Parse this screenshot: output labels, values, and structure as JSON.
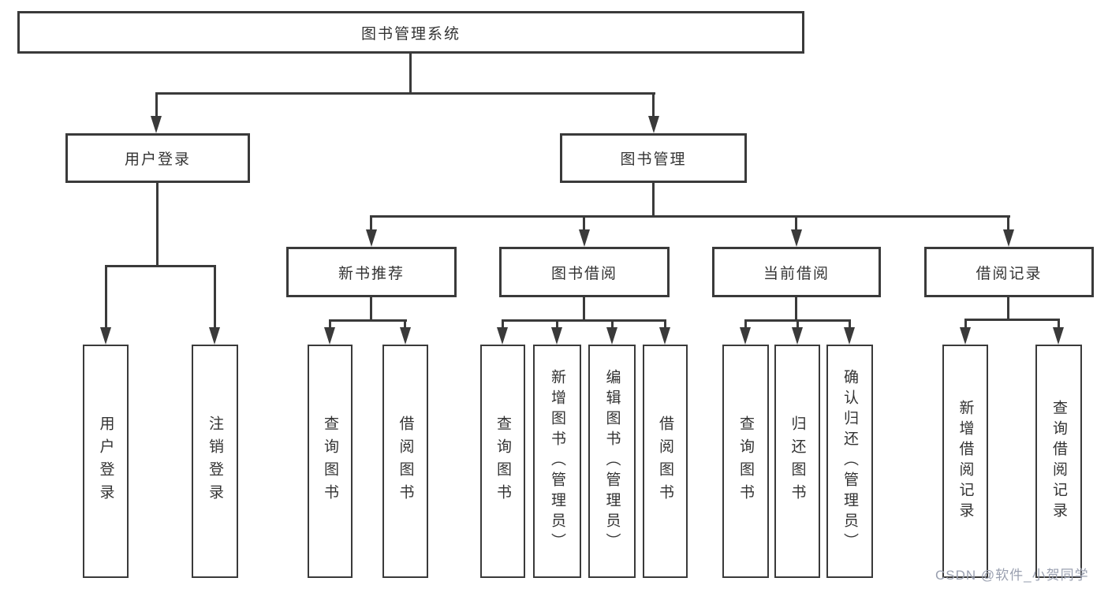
{
  "colors": {
    "line": "#3a3a3a",
    "box_border": "#3a3a3a",
    "text": "#333333",
    "watermark": "#9aa0b0",
    "background": "#ffffff"
  },
  "watermark": {
    "text": "CSDN @软件_小贺同学"
  },
  "tree": {
    "root": {
      "label": "图书管理系统"
    },
    "login": {
      "label": "用户登录",
      "children": [
        {
          "label": "用户登录"
        },
        {
          "label": "注销登录"
        }
      ]
    },
    "manage": {
      "label": "图书管理",
      "groups": [
        {
          "label": "新书推荐",
          "children": [
            {
              "label": "查询图书"
            },
            {
              "label": "借阅图书"
            }
          ]
        },
        {
          "label": "图书借阅",
          "children": [
            {
              "label": "查询图书"
            },
            {
              "label": "新增图书（管理员）"
            },
            {
              "label": "编辑图书（管理员）"
            },
            {
              "label": "借阅图书"
            }
          ]
        },
        {
          "label": "当前借阅",
          "children": [
            {
              "label": "查询图书"
            },
            {
              "label": "归还图书"
            },
            {
              "label": "确认归还（管理员）"
            }
          ]
        },
        {
          "label": "借阅记录",
          "children": [
            {
              "label": "新增借阅记录"
            },
            {
              "label": "查询借阅记录"
            }
          ]
        }
      ]
    }
  }
}
